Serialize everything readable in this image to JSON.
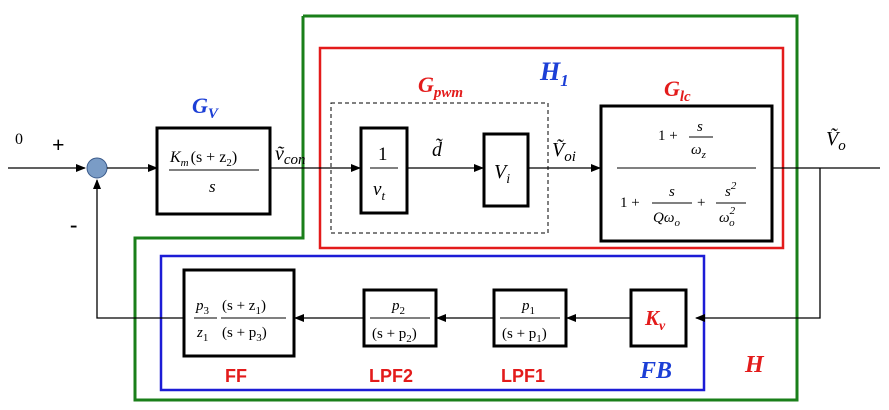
{
  "signals": {
    "reference": "0",
    "plus_sign": "+",
    "minus_sign": "-",
    "v_con": "ṽ",
    "v_con_sub": "con",
    "d_tilde": "d̃",
    "v_oi": "Ṽ",
    "v_oi_sub": "oi",
    "v_o": "Ṽ",
    "v_o_sub": "o"
  },
  "group_labels": {
    "gv": "G",
    "gv_sub": "V",
    "gpwm": "G",
    "gpwm_sub": "pwm",
    "glc": "G",
    "glc_sub": "lc",
    "h1": "H",
    "h1_sub": "1",
    "fb": "FB",
    "h": "H"
  },
  "blocks": {
    "gv": {
      "num_km": "K",
      "num_km_sub": "m",
      "num_rest": "(s + z",
      "num_rest_sub": "2",
      "num_close": ")",
      "den": "s"
    },
    "vt": {
      "num": "1",
      "den": "v",
      "den_sub": "t"
    },
    "vi": {
      "main": "V",
      "sub": "i"
    },
    "glc": {
      "num_one": "1 +",
      "num_s": "s",
      "num_omega": "ω",
      "num_omega_sub": "z",
      "den_one": "1 +",
      "den_s1": "s",
      "den_q": "Qω",
      "den_q_sub": "o",
      "den_plus": "+",
      "den_s2": "s",
      "den_s2_sup": "2",
      "den_omega": "ω",
      "den_omega_sub": "o",
      "den_omega_sup": "2"
    },
    "kv": {
      "main": "K",
      "sub": "v"
    },
    "lpf1": {
      "num": "p",
      "num_sub": "1",
      "den": "(s + p",
      "den_sub": "1",
      "den_close": ")",
      "label": "LPF1"
    },
    "lpf2": {
      "num": "p",
      "num_sub": "2",
      "den": "(s + p",
      "den_sub": "2",
      "den_close": ")",
      "label": "LPF2"
    },
    "ff": {
      "n1": "p",
      "n1_sub": "3",
      "d1": "z",
      "d1_sub": "1",
      "n2": "(s + z",
      "n2_sub": "1",
      "n2_close": ")",
      "d2": "(s + p",
      "d2_sub": "3",
      "d2_close": ")",
      "label": "FF"
    }
  },
  "colors": {
    "green_box": "#1a7f1a",
    "red_box": "#e31b1b",
    "blue_box": "#1c1cd6",
    "blue_label": "#1c3fd6",
    "red_label": "#e31b1b",
    "summing_node": "#7a9cc6"
  }
}
